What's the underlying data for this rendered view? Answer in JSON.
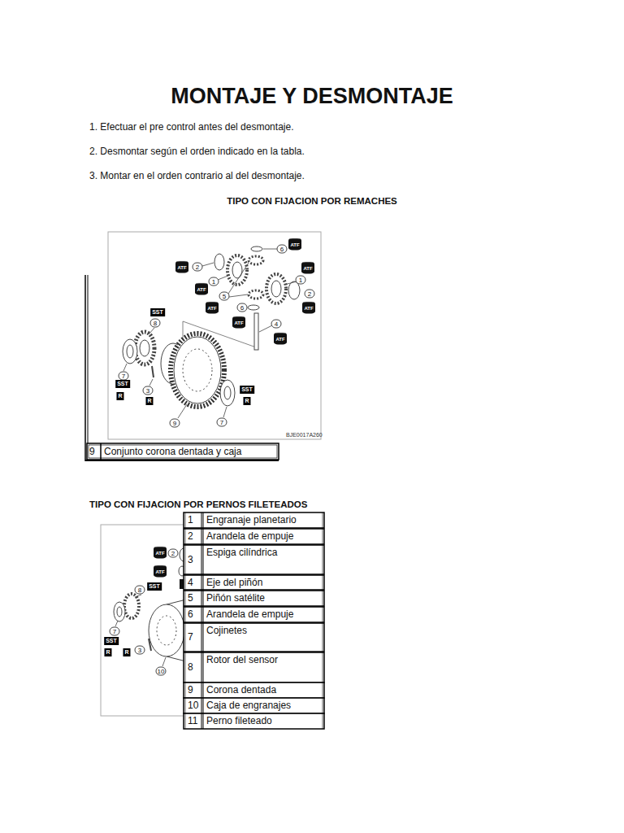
{
  "diagram": {
    "title": "MONTAJE Y DESMONTAJE",
    "labels": [
      "1. Efectuar el pre control antes del desmontaje.",
      "2. Desmontar según el orden indicado en la tabla.",
      "3. Montar en el orden contrario al del desmontaje.",
      "TIPO CON FIJACION POR REMACHES",
      "6",
      "2",
      "1",
      "5",
      "6",
      "4",
      "1",
      "2",
      "SST",
      "8",
      "7",
      "SST",
      "R",
      "3",
      "R",
      "9",
      "7",
      "SST",
      "R",
      "ATF",
      "ATF",
      "ATF",
      "ATF",
      "ATF",
      "ATF",
      "ATF",
      "ATF",
      "BJE0017A260",
      "9",
      "Conjunto corona dentada y caja",
      "TIPO CON FIJACION POR PERNOS FILETEADOS",
      "1",
      "Engranaje planetario",
      "2",
      "Arandela de empuje",
      "3",
      "Espiga cilíndrica",
      "4",
      "Eje del piñón",
      "5",
      "Piñón satélite",
      "6",
      "Arandela de empuje",
      "7",
      "Cojinetes",
      "8",
      "Rotor del sensor",
      "9",
      "Corona dentada",
      "10",
      "Caja de engranajes",
      "11",
      "Perno fileteado",
      "ATF",
      "2",
      "ATF",
      "8",
      "SST",
      "7",
      "SST",
      "R",
      "R",
      "3",
      "10"
    ]
  }
}
